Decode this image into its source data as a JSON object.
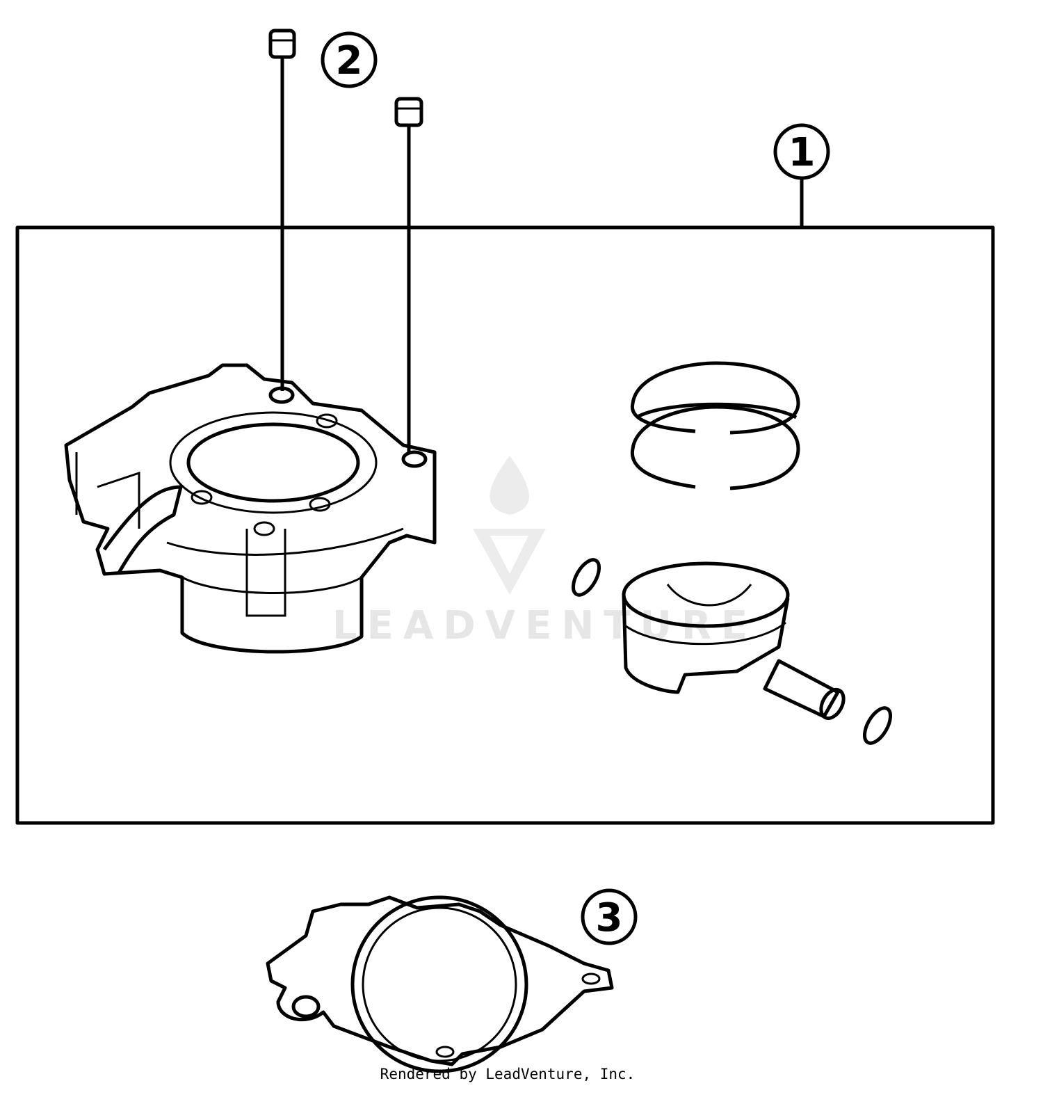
{
  "diagram": {
    "callouts": [
      {
        "number": "1",
        "part": "cylinder-piston-kit"
      },
      {
        "number": "2",
        "part": "dowel-sleeve"
      },
      {
        "number": "3",
        "part": "cylinder-base-gasket"
      }
    ],
    "watermark": "LEADVENTURE",
    "colors": {
      "line": "#000000",
      "watermark": "#e6e6e6",
      "background": "#ffffff"
    }
  },
  "footer": {
    "text": "Rendered by LeadVenture, Inc."
  }
}
